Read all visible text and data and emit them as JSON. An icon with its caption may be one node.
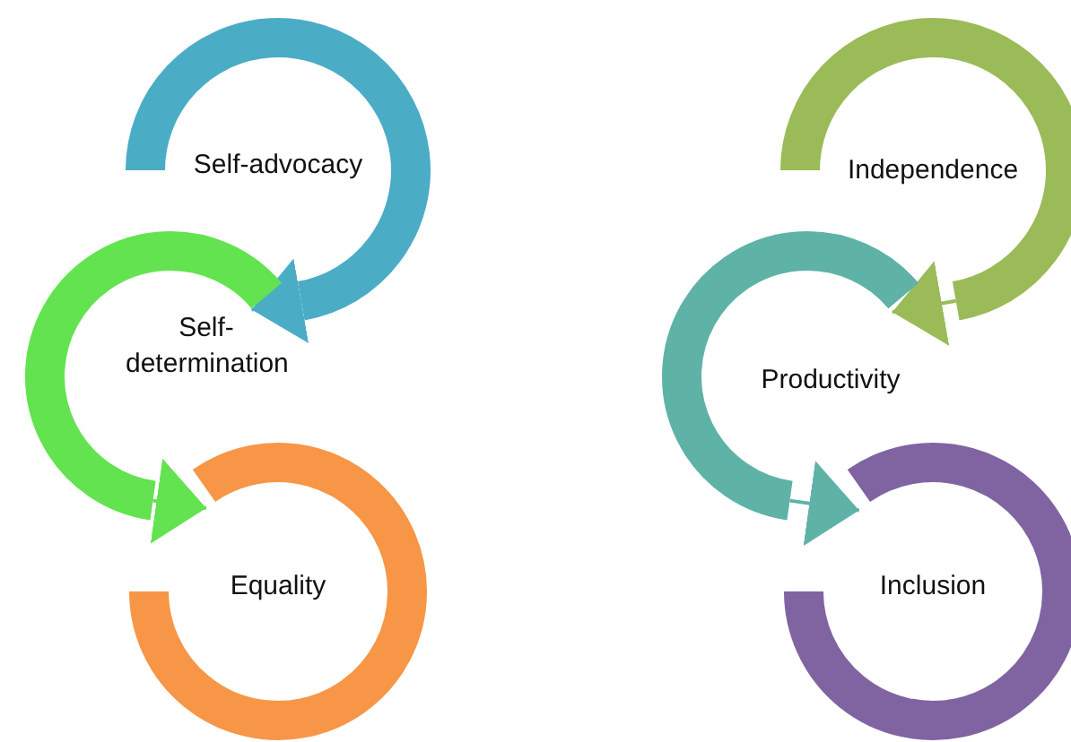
{
  "diagram": {
    "nodes": [
      {
        "text": [
          "Self-advocacy"
        ]
      },
      {
        "text": [
          "Self-determination"
        ]
      },
      {
        "text": [
          "Equality"
        ]
      },
      {
        "text": [
          "Independence"
        ]
      },
      {
        "text": [
          "Productivity"
        ]
      },
      {
        "text": [
          "Inclusion"
        ]
      }
    ],
    "edges": [
      {
        "from": 0,
        "to": 1,
        "arrow": "to",
        "color": "#4bacc6"
      },
      {
        "from": 1,
        "to": 2,
        "arrow": "to",
        "color": "#62e34f"
      },
      {
        "from": 3,
        "to": 4,
        "arrow": "to",
        "color": "#9bbb59"
      },
      {
        "from": 4,
        "to": 5,
        "arrow": "to",
        "color": "#5fb2a6"
      }
    ]
  }
}
